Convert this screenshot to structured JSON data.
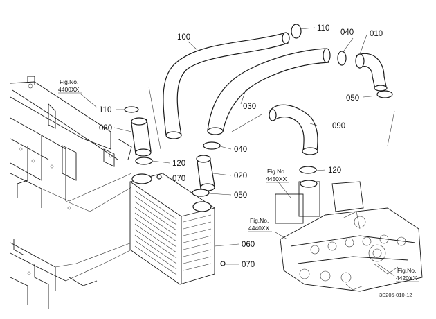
{
  "diagram": {
    "drawing_code": "3S205-010-12",
    "figure_refs": [
      {
        "id": "fig-4400",
        "line1": "Fig.No.",
        "line2": "4400XX"
      },
      {
        "id": "fig-4450",
        "line1": "Fig.No.",
        "line2": "4450XX"
      },
      {
        "id": "fig-4440",
        "line1": "Fig.No.",
        "line2": "4440XX"
      },
      {
        "id": "fig-4420",
        "line1": "Fig.No.",
        "line2": "4420XX"
      }
    ],
    "part_labels": {
      "p100": "100",
      "p110_top": "110",
      "p040_top": "040",
      "p010": "010",
      "p030": "030",
      "p050_right": "050",
      "p090": "090",
      "p110_left": "110",
      "p080": "080",
      "p040_mid": "040",
      "p120_left": "120",
      "p070_top": "070",
      "p020": "020",
      "p050_mid": "050",
      "p120_right": "120",
      "p060": "060",
      "p070_bottom": "070"
    }
  }
}
